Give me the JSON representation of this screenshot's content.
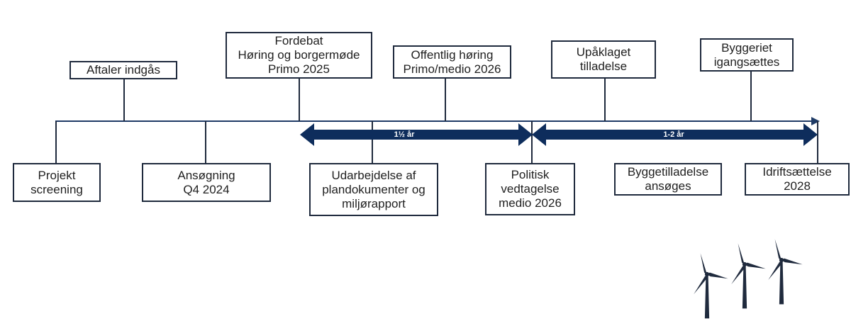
{
  "colors": {
    "dark_navy": "#1f2a3d",
    "arrow_navy": "#0e2d5c",
    "axis": "#1f3b66"
  },
  "above": [
    {
      "id": "aftaler",
      "lines": [
        "Aftaler indgås"
      ]
    },
    {
      "id": "fordebat",
      "lines": [
        "Fordebat",
        "Høring og borgermøde",
        "Primo 2025"
      ]
    },
    {
      "id": "offentlig",
      "lines": [
        "Offentlig høring",
        "Primo/medio 2026"
      ]
    },
    {
      "id": "upaklaget",
      "lines": [
        "Upåklaget",
        "tilladelse"
      ]
    },
    {
      "id": "byggeriet",
      "lines": [
        "Byggeriet",
        "igangsættes"
      ]
    }
  ],
  "below": [
    {
      "id": "projekt",
      "lines": [
        "Projekt",
        "screening"
      ]
    },
    {
      "id": "ansogning",
      "lines": [
        "Ansøgning",
        "Q4 2024"
      ]
    },
    {
      "id": "udarbejdelse",
      "lines": [
        "Udarbejdelse af",
        "plandokumenter og",
        "miljørapport"
      ]
    },
    {
      "id": "politisk",
      "lines": [
        "Politisk",
        "vedtagelse",
        "medio 2026"
      ]
    },
    {
      "id": "byggetilladelse",
      "lines": [
        "Byggetilladelse",
        "ansøges"
      ]
    },
    {
      "id": "idriftsaettelse",
      "lines": [
        "Idriftsættelse",
        "2028"
      ]
    }
  ],
  "durations": [
    {
      "id": "phase-1",
      "label": "1½ år"
    },
    {
      "id": "phase-2",
      "label": "1-2 år"
    }
  ],
  "icons": [
    "wind-turbine-icon",
    "wind-turbine-icon",
    "wind-turbine-icon"
  ]
}
